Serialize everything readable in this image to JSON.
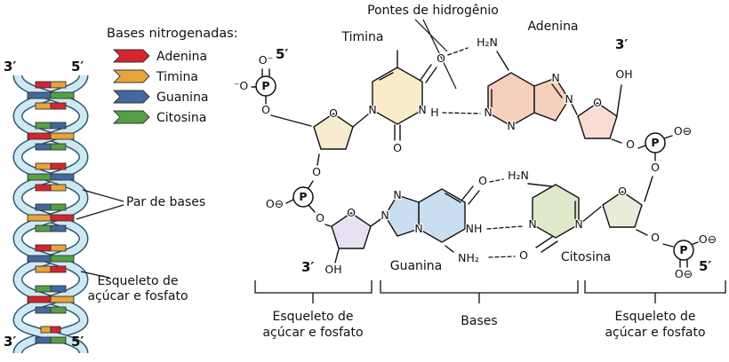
{
  "palette": {
    "adenina": "#d6252e",
    "timina": "#e8a33d",
    "guanina": "#44689d",
    "citosina": "#55a045",
    "strand_fill": "#cfe9f2",
    "strand_outline": "#2a5a74"
  },
  "ring_fills": {
    "timina": "#faecc9",
    "adenina": "#f6d0bd",
    "guanina": "#cadef2",
    "citosina": "#dde9c9",
    "sugar1": "#f8ecd0",
    "sugar2": "#f8dcd2",
    "sugar3": "#e8e1f3",
    "sugar4": "#e7edd8"
  },
  "legend": {
    "title": "Bases nitrogenadas:",
    "items": [
      {
        "label": "Adenina",
        "color": "#d6252e"
      },
      {
        "label": "Timina",
        "color": "#e8a33d"
      },
      {
        "label": "Guanina",
        "color": "#44689d"
      },
      {
        "label": "Citosina",
        "color": "#55a045"
      }
    ]
  },
  "helix": {
    "top_left": "3′",
    "top_right": "5′",
    "bottom_left": "3′",
    "bottom_right": "5′"
  },
  "callouts": {
    "base_pair": "Par de bases",
    "backbone_line1": "Esqueleto de",
    "backbone_line2": "açúcar e fosfato",
    "hydrogen_bonds": "Pontes de hidrogênio"
  },
  "molecules": {
    "timina": "Timina",
    "adenina": "Adenina",
    "guanina": "Guanina",
    "citosina": "Citosina"
  },
  "primes": {
    "five": "5′",
    "three": "3′"
  },
  "atoms": {
    "O": "O",
    "N": "N",
    "H": "H",
    "NH": "NH",
    "H2N": "H₂N",
    "NH2": "NH₂",
    "OH": "OH",
    "P": "P",
    "O_minus": "O⁻",
    "minus_O": "⁻O",
    "O_circminus": "O⊖",
    "circminus": "⊖"
  },
  "brackets": [
    {
      "line1": "Esqueleto de",
      "line2": "açúcar e fosfato"
    },
    {
      "line1": "Bases",
      "line2": ""
    },
    {
      "line1": "Esqueleto de",
      "line2": "açúcar e fosfato"
    }
  ]
}
